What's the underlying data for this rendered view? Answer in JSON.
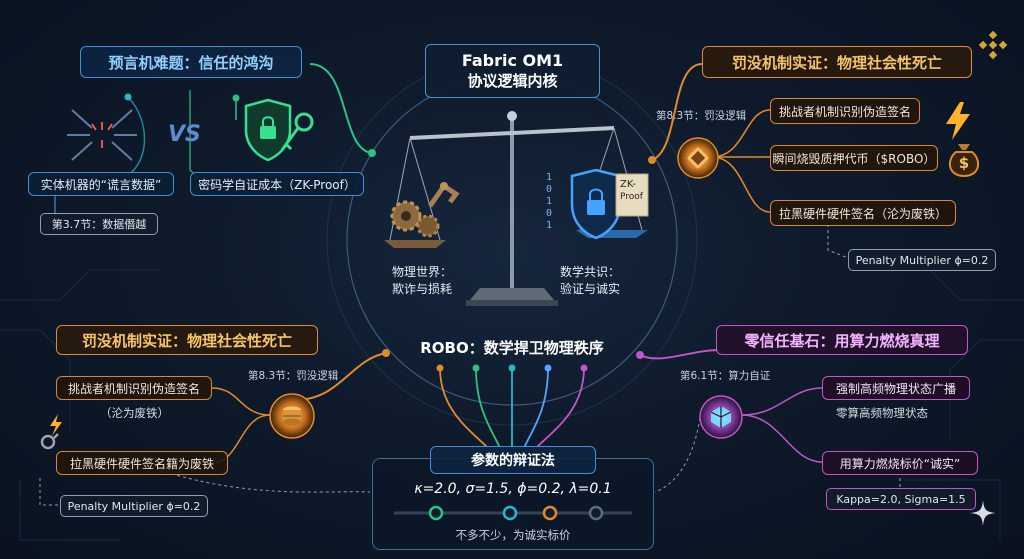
{
  "core": {
    "line1": "Fabric OM1",
    "line2": "协议逻辑内核"
  },
  "oracle": {
    "title": "预言机难题：信任的鸿沟",
    "vs": "VS",
    "left_label": "实体机器的“谎言数据”",
    "right_label": "密码学自证成本（ZK-Proof）",
    "section": "第3.7节：数据僭越"
  },
  "penalty_top": {
    "title": "罚没机制实证：物理社会性死亡",
    "section": "第8.3节：罚没逻辑",
    "items": [
      "挑战者机制识别伪造签名",
      "瞬间烧毁质押代币（$ROBO）",
      "拉黑硬件硬件签名（沦为废铁）"
    ],
    "multiplier": "Penalty Multiplier ϕ=0.2",
    "coin_symbol": "$"
  },
  "scale": {
    "left_label_1": "物理世界：",
    "left_label_2": "欺诈与损耗",
    "right_label_1": "数学共识：",
    "right_label_2": "验证与诚实",
    "scroll_text_1": "ZK-",
    "scroll_text_2": "Proof",
    "digits": [
      "1",
      "0",
      "1",
      "0",
      "1"
    ],
    "slogan": "ROBO：数学捍卫物理秩序"
  },
  "penalty_bottom": {
    "title": "罚没机制实证：物理社会性死亡",
    "section": "第8.3节：罚没逻辑",
    "item1": "挑战者机制识别伪造签名",
    "item1_note": "（沦为废铁）",
    "item2": "拉黑硬件硬件签名籍为废铁",
    "multiplier": "Penalty Multiplier ϕ=0.2"
  },
  "zero_trust": {
    "title": "零信任基石：用算力燃烧真理",
    "section": "第6.1节：算力自证",
    "item1": "强制高频物理状态广播",
    "item1_note": "零算高频物理状态",
    "item2": "用算力燃烧标价“诚实”",
    "params": "Kappa=2.0, Sigma=1.5"
  },
  "params": {
    "title": "参数的辩证法",
    "formula": "κ=2.0,  σ=1.5,  ϕ=0.2,  λ=0.1",
    "caption": "不多不少，为诚实标价"
  },
  "colors": {
    "blue": "#3f8fd6",
    "orange": "#e08a2c",
    "pink": "#c256c8",
    "green": "#2ec27e",
    "cyan": "#2bb5c9"
  }
}
